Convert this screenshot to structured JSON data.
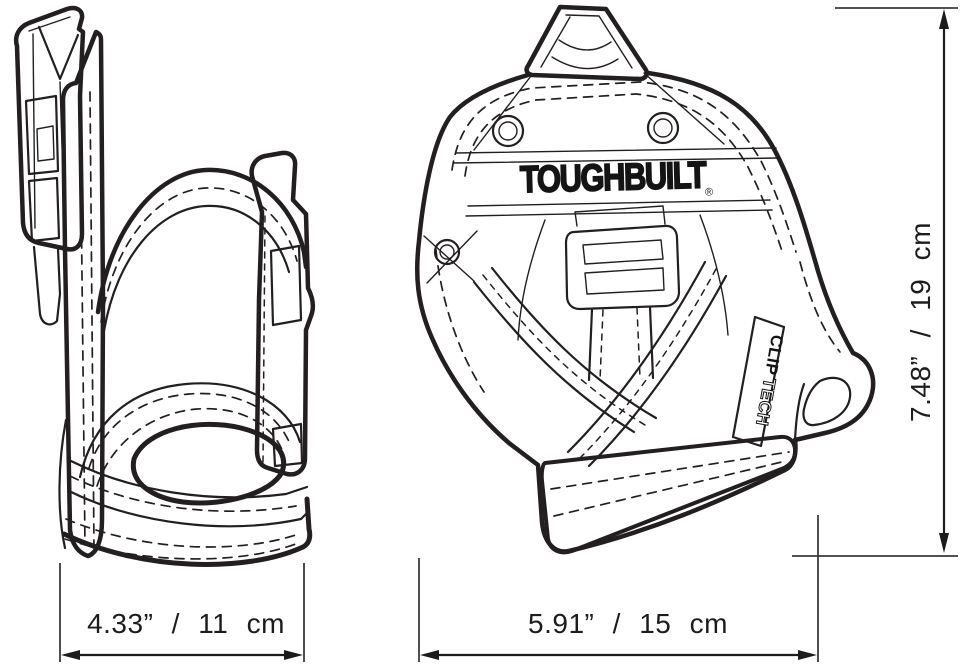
{
  "canvas": {
    "background": "#ffffff",
    "line_color": "#231f20",
    "dimension_text_color": "#1c1c1c"
  },
  "branding": {
    "logo_text": "TOUGHBUILT",
    "registered_mark": "®",
    "cliptech_clip": "CLIP",
    "cliptech_tech": "TECH"
  },
  "dimensions": {
    "side_view_width": "4.33” / 11 cm",
    "front_view_width": "5.91” / 15 cm",
    "front_view_height": "7.48” / 19 cm"
  }
}
